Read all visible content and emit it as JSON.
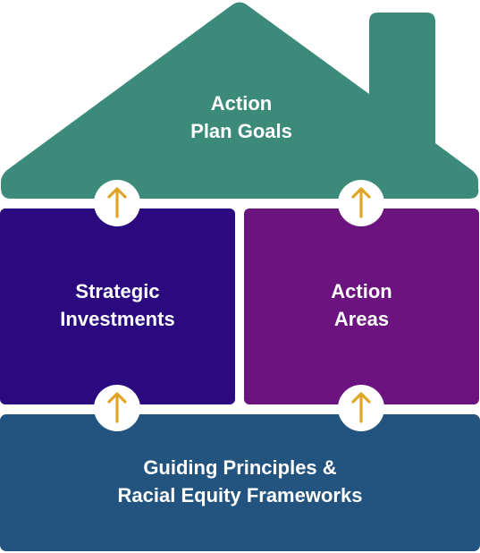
{
  "blocks": {
    "roof": {
      "line1": "Action",
      "line2": "Plan Goals"
    },
    "left": {
      "line1": "Strategic",
      "line2": "Investments"
    },
    "right": {
      "line1": "Action",
      "line2": "Areas"
    },
    "base": {
      "line1": "Guiding Principles &",
      "line2": "Racial Equity Frameworks"
    }
  },
  "colors": {
    "roof": "#3c8a7a",
    "left": "#2a0a7e",
    "right": "#6b1480",
    "base": "#23537f",
    "arrow": "#e0a524",
    "connector": "#ffffff"
  },
  "icons": {
    "connector_arrow": "arrow-up-icon"
  }
}
